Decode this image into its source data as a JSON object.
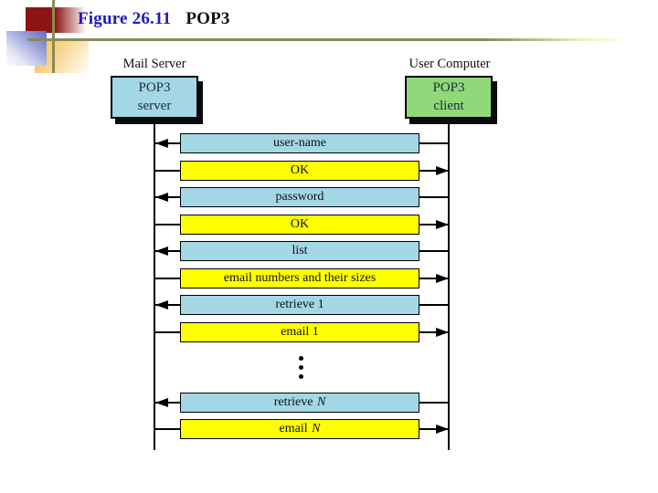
{
  "slide": {
    "title": {
      "figure_label": "Figure 26.11",
      "subject": "POP3"
    }
  },
  "figure": {
    "server": {
      "label": "Mail Server",
      "box_line1": "POP3",
      "box_line2": "server"
    },
    "client": {
      "label": "User Computer",
      "box_line1": "POP3",
      "box_line2": "client"
    },
    "messages": [
      {
        "label": "user-name",
        "color": "blue",
        "direction": "to_server"
      },
      {
        "label": "OK",
        "color": "yellow",
        "direction": "to_client"
      },
      {
        "label": "password",
        "color": "blue",
        "direction": "to_server"
      },
      {
        "label": "OK",
        "color": "yellow",
        "direction": "to_client"
      },
      {
        "label": "list",
        "color": "blue",
        "direction": "to_server"
      },
      {
        "label": "email numbers and their sizes",
        "color": "yellow",
        "direction": "to_client"
      },
      {
        "label": "retrieve 1",
        "color": "blue",
        "direction": "to_server"
      },
      {
        "label": "email 1",
        "color": "yellow",
        "direction": "to_client"
      },
      {
        "ellipsis": true
      },
      {
        "label": "retrieve ",
        "italic": "N",
        "color": "blue",
        "direction": "to_server"
      },
      {
        "label": "email ",
        "italic": "N",
        "color": "yellow",
        "direction": "to_client"
      }
    ]
  },
  "colors": {
    "accent_red": "#8C1413",
    "accent_blue": "#626dc6",
    "accent_gold": "#F4BE52",
    "accent_olive": "#8B8B55",
    "title_blue": "#1D1DBE",
    "command_bar": "#A4D7E6",
    "response_bar": "#FFFF00",
    "client_box": "#8FD97A",
    "line": "#000000"
  }
}
